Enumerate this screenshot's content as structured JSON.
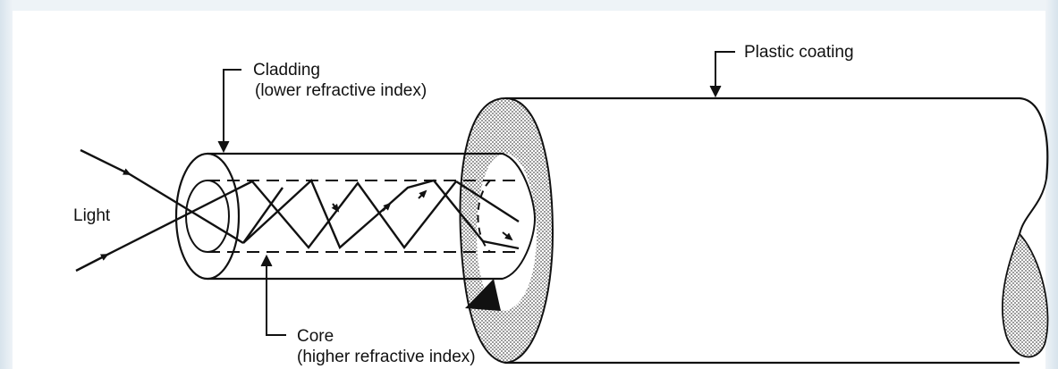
{
  "figure": {
    "labels": {
      "plastic_coating": "Plastic coating",
      "cladding": "Cladding",
      "cladding_note": "(lower refractive index)",
      "light": "Light",
      "core": "Core",
      "core_note": "(higher refractive index)"
    },
    "colors": {
      "background": "#dbe6ee",
      "panel": "#ffffff",
      "ink": "#111111",
      "stipple": "#b9b9b9"
    }
  }
}
